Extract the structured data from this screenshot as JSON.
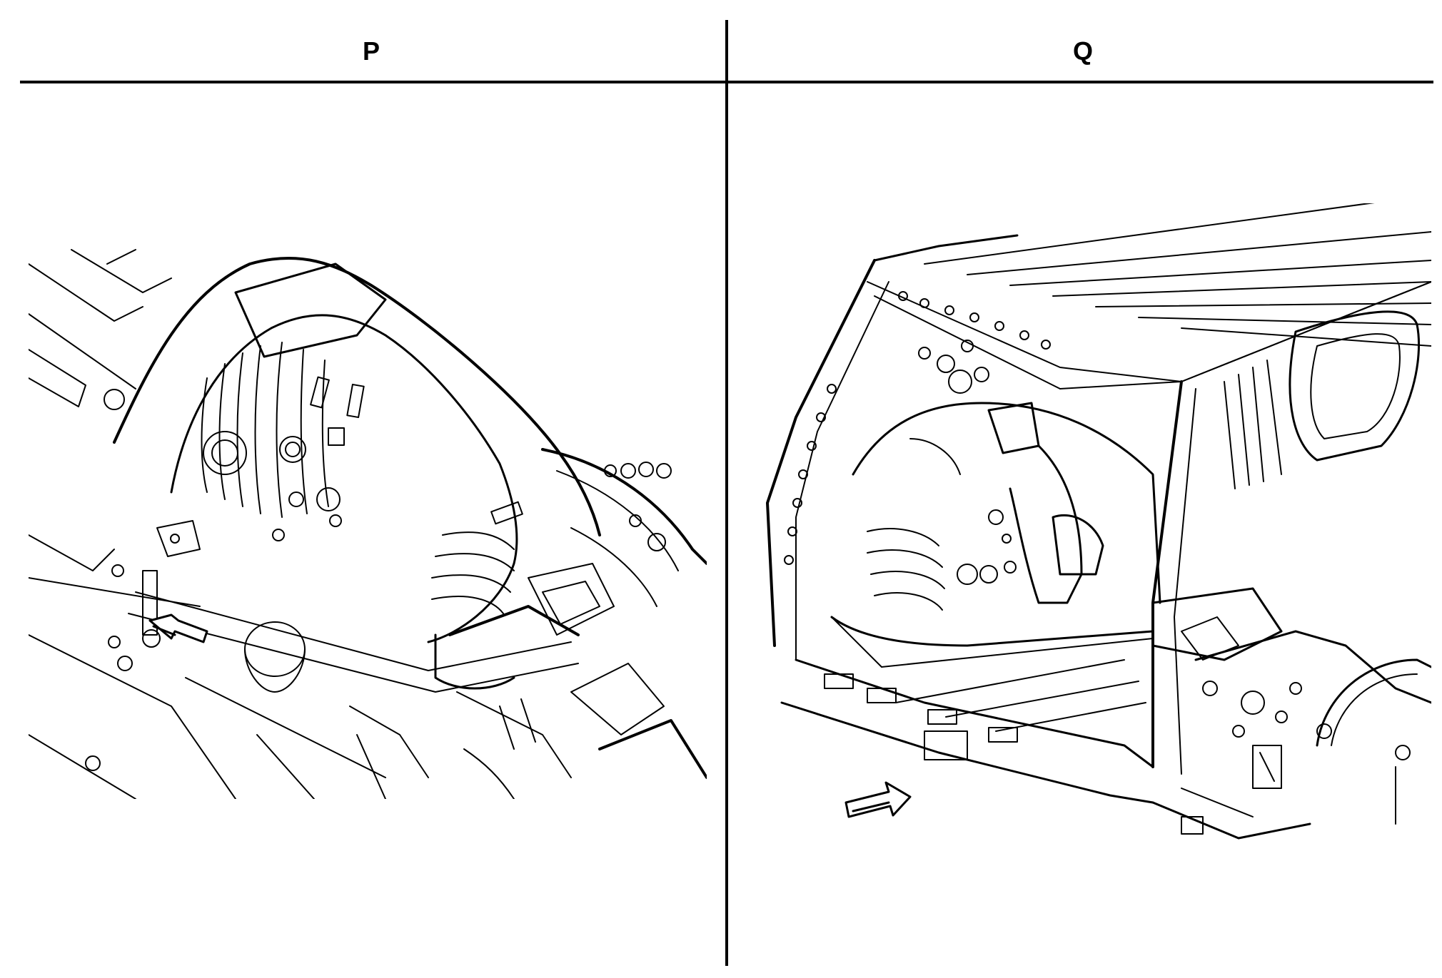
{
  "panels": [
    {
      "label": "P",
      "view": "wheelhouse-interior-view"
    },
    {
      "label": "Q",
      "view": "rear-body-exterior-view"
    }
  ],
  "colors": {
    "line": "#000000",
    "background": "#ffffff"
  },
  "icons": {
    "panel_p_arrow": "view-direction-arrow-icon",
    "panel_q_arrow": "view-direction-arrow-icon"
  }
}
